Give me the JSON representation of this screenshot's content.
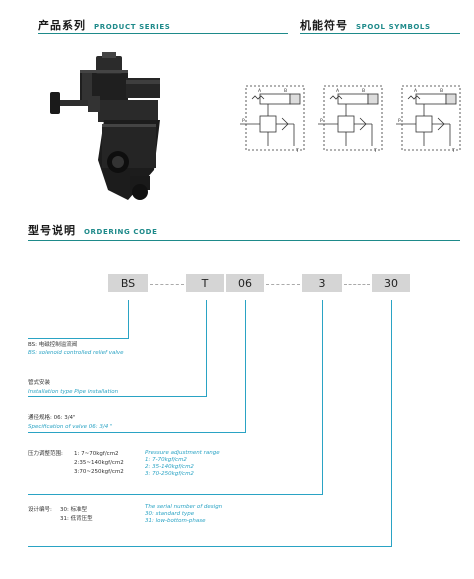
{
  "product_series": {
    "cn": "产品系列",
    "en": "PRODUCT SERIES"
  },
  "spool_symbols": {
    "cn": "机能符号",
    "en": "SPOOL SYMBOLS",
    "labels": [
      {
        "a": "A",
        "b": "B",
        "p": "P",
        "t": "T"
      },
      {
        "a": "A",
        "b": "B",
        "p": "P",
        "t": "T"
      },
      {
        "a": "A",
        "b": "B",
        "p": "P",
        "t": "T"
      }
    ]
  },
  "ordering_code": {
    "cn": "型号说明",
    "en": "ORDERING CODE",
    "boxes": [
      "BS",
      "T",
      "06",
      "3",
      "30"
    ]
  },
  "desc": {
    "bs_cn": "BS: 电磁控制溢流阀",
    "bs_en": "BS: solenoid controlled relief valve",
    "conn_cn": "管式安装",
    "conn_en": "Installation type Pipe installation",
    "spec_cn": "通径规格: 06: 3/4\"",
    "spec_en": "Specification of valve 06: 3/4 \"",
    "pressure_cn_title": "压力调整范围:",
    "pressure_cn": [
      "1: 7~70kgf/cm2",
      "2:35~140kgf/cm2",
      "3:70~250kgf/cm2"
    ],
    "pressure_en": [
      "Pressure adjustment range",
      "1: 7-70kgf/cm2",
      "2: 35-140kgf/cm2",
      "3: 70-250kgf/cm2"
    ],
    "design_cn_title": "设计编号:",
    "design_cn": [
      "30: 标准型",
      "31: 低背压型"
    ],
    "design_en": [
      "The serial number of design",
      "30: standard type",
      "31: low-bottom-phase"
    ]
  }
}
